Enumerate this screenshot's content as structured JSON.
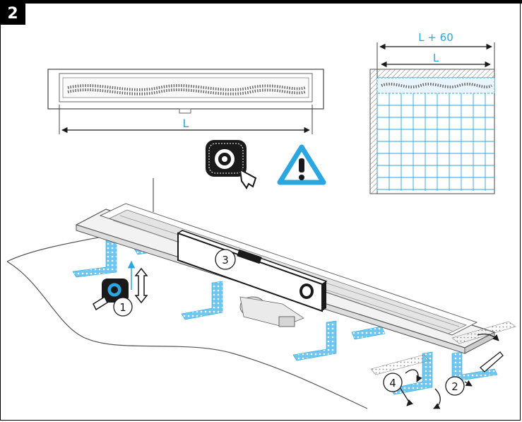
{
  "step": {
    "number": "2"
  },
  "top_drain": {
    "dimension_label": "L"
  },
  "tile_grid": {
    "outer_label": "L + 60",
    "inner_label": "L"
  },
  "callouts": [
    "1",
    "2",
    "3",
    "4"
  ],
  "colors": {
    "accent": "#2aa7e0",
    "ink": "#1a1a1a",
    "grey": "#b8b8b8",
    "bracket": "#6fc6ee"
  },
  "icons": [
    "warning-icon",
    "tape-measure-icon",
    "spirit-level-icon"
  ]
}
